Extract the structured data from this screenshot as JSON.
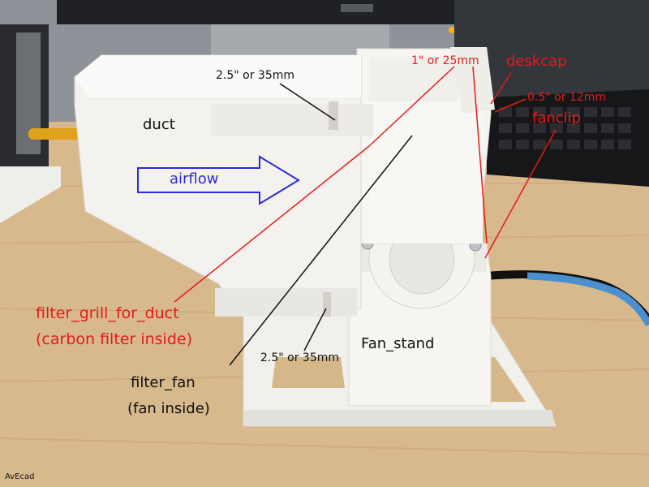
{
  "labels": {
    "duct": "duct",
    "airflow": "airflow",
    "duct_dim": "2.5\" or 35mm",
    "deskcap_dim": "1\" or 25mm",
    "deskcap": "deskcap",
    "fanclip_dim": "0.5\" or 12mm",
    "fanclip": "fanclip",
    "filter_grill": "filter_grill_for_duct",
    "filter_grill_note": "(carbon filter inside)",
    "fan_stand": "Fan_stand",
    "stand_dim": "2.5\" or 35mm",
    "filter_fan": "filter_fan",
    "filter_fan_note": "(fan inside)",
    "watermark": "AvEcad"
  },
  "colors": {
    "annotation_red": "#e41b1b",
    "annotation_blue": "#2b2bd8",
    "annotation_black": "#111111",
    "plastic_white": "#f3f2ee",
    "wood": "#d9b98c",
    "cable_blue": "#4a8fd0"
  }
}
